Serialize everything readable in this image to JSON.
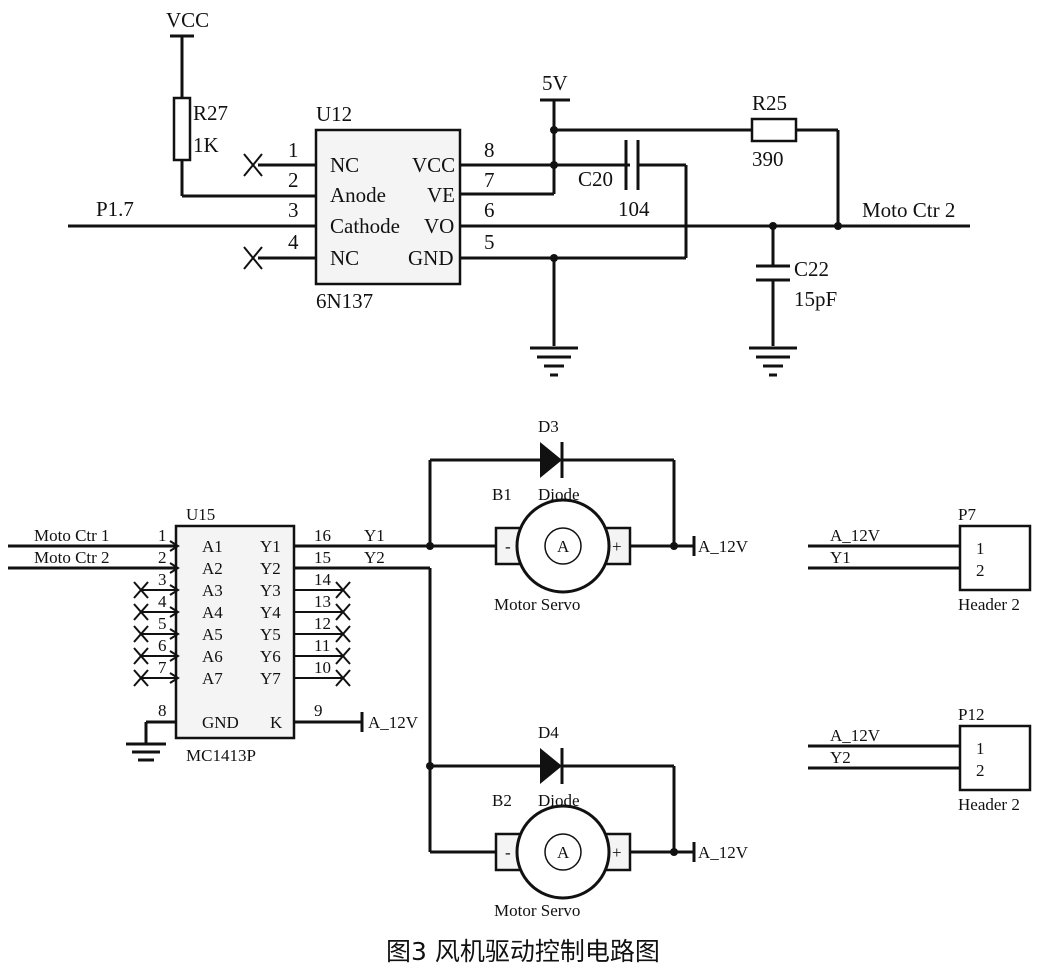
{
  "upper": {
    "vcc_label": "VCC",
    "r27": {
      "ref": "R27",
      "value": "1K"
    },
    "u12": {
      "ref": "U12",
      "part": "6N137",
      "pins_left": [
        {
          "num": "1",
          "name": "NC"
        },
        {
          "num": "2",
          "name": "Anode"
        },
        {
          "num": "3",
          "name": "Cathode"
        },
        {
          "num": "4",
          "name": "NC"
        }
      ],
      "pins_right": [
        {
          "num": "8",
          "name": "VCC"
        },
        {
          "num": "7",
          "name": "VE"
        },
        {
          "num": "6",
          "name": "VO"
        },
        {
          "num": "5",
          "name": "GND"
        }
      ]
    },
    "p17_label": "P1.7",
    "v5_label": "5V",
    "r25": {
      "ref": "R25",
      "value": "390"
    },
    "c20": {
      "ref": "C20",
      "value": "104"
    },
    "c22": {
      "ref": "C22",
      "value": "15pF"
    },
    "moto_ctr2_out": "Moto Ctr 2"
  },
  "lower": {
    "u15": {
      "ref": "U15",
      "part": "MC1413P",
      "inputs": [
        {
          "num": "1",
          "name": "A1",
          "net": "Moto Ctr 1"
        },
        {
          "num": "2",
          "name": "A2",
          "net": "Moto Ctr 2"
        },
        {
          "num": "3",
          "name": "A3"
        },
        {
          "num": "4",
          "name": "A4"
        },
        {
          "num": "5",
          "name": "A5"
        },
        {
          "num": "6",
          "name": "A6"
        },
        {
          "num": "7",
          "name": "A7"
        }
      ],
      "outputs": [
        {
          "num": "16",
          "name": "Y1",
          "net": "Y1"
        },
        {
          "num": "15",
          "name": "Y2",
          "net": "Y2"
        },
        {
          "num": "14",
          "name": "Y3"
        },
        {
          "num": "13",
          "name": "Y4"
        },
        {
          "num": "12",
          "name": "Y5"
        },
        {
          "num": "11",
          "name": "Y6"
        },
        {
          "num": "10",
          "name": "Y7"
        }
      ],
      "gnd": {
        "num": "8",
        "name": "GND"
      },
      "k": {
        "num": "9",
        "name": "K",
        "net": "A_12V"
      }
    },
    "d3": {
      "ref": "D3",
      "type": "Diode"
    },
    "d4": {
      "ref": "D4",
      "type": "Diode"
    },
    "b1": {
      "ref": "B1",
      "type": "Motor Servo",
      "net": "A_12V"
    },
    "b2": {
      "ref": "B2",
      "type": "Motor Servo",
      "net": "A_12V"
    },
    "motor_symbol": "A",
    "minus": "-",
    "plus": "+",
    "p7": {
      "ref": "P7",
      "type": "Header 2",
      "pins": [
        "1",
        "2"
      ],
      "nets": [
        "A_12V",
        "Y1"
      ]
    },
    "p12": {
      "ref": "P12",
      "type": "Header 2",
      "pins": [
        "1",
        "2"
      ],
      "nets": [
        "A_12V",
        "Y2"
      ]
    }
  },
  "caption": "图3 风机驱动控制电路图"
}
